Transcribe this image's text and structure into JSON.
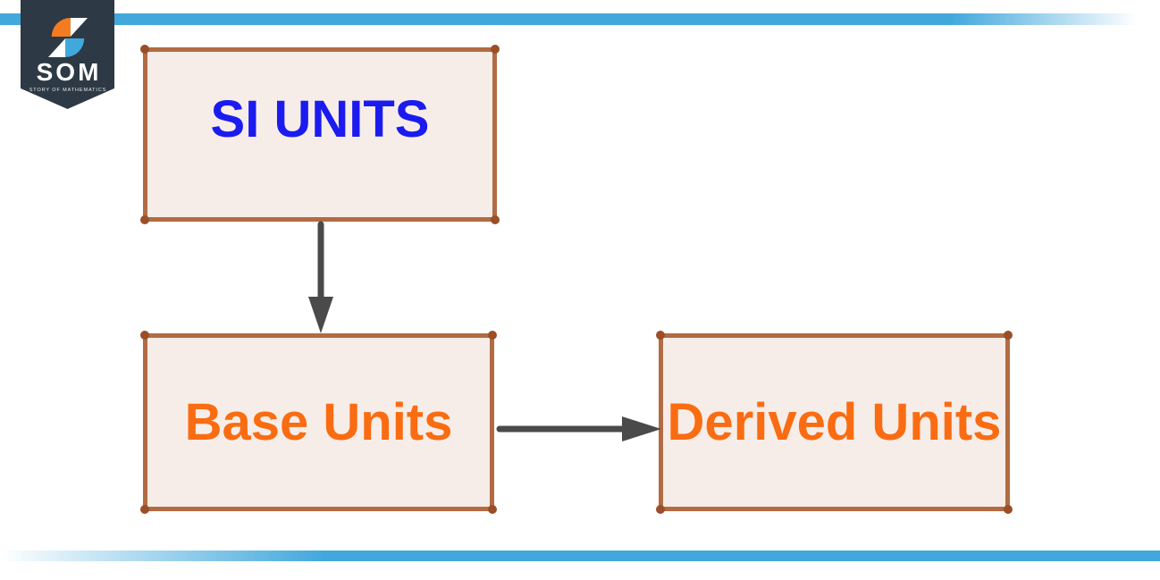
{
  "brand": {
    "name": "SOM",
    "tagline": "STORY OF MATHEMATICS",
    "banner_color": "#2d3944",
    "icon_colors": {
      "orange": "#f47b20",
      "blue": "#3fa9dc",
      "white": "#ffffff"
    }
  },
  "accent_bars": {
    "color": "#41a8dc"
  },
  "diagram": {
    "nodes": [
      {
        "id": "si-units",
        "label": "SI UNITS",
        "text_color": "#1b1bf0"
      },
      {
        "id": "base-units",
        "label": "Base Units",
        "text_color": "#fa6c12"
      },
      {
        "id": "derived-units",
        "label": "Derived Units",
        "text_color": "#fa6c12"
      }
    ],
    "edges": [
      {
        "from": "si-units",
        "to": "base-units",
        "direction": "down"
      },
      {
        "from": "base-units",
        "to": "derived-units",
        "direction": "right"
      }
    ],
    "node_style": {
      "fill": "#f7ede8",
      "border": "#b26b42",
      "corner_handle": "#9a4f28"
    },
    "arrow_color": "#4a4a4a"
  }
}
